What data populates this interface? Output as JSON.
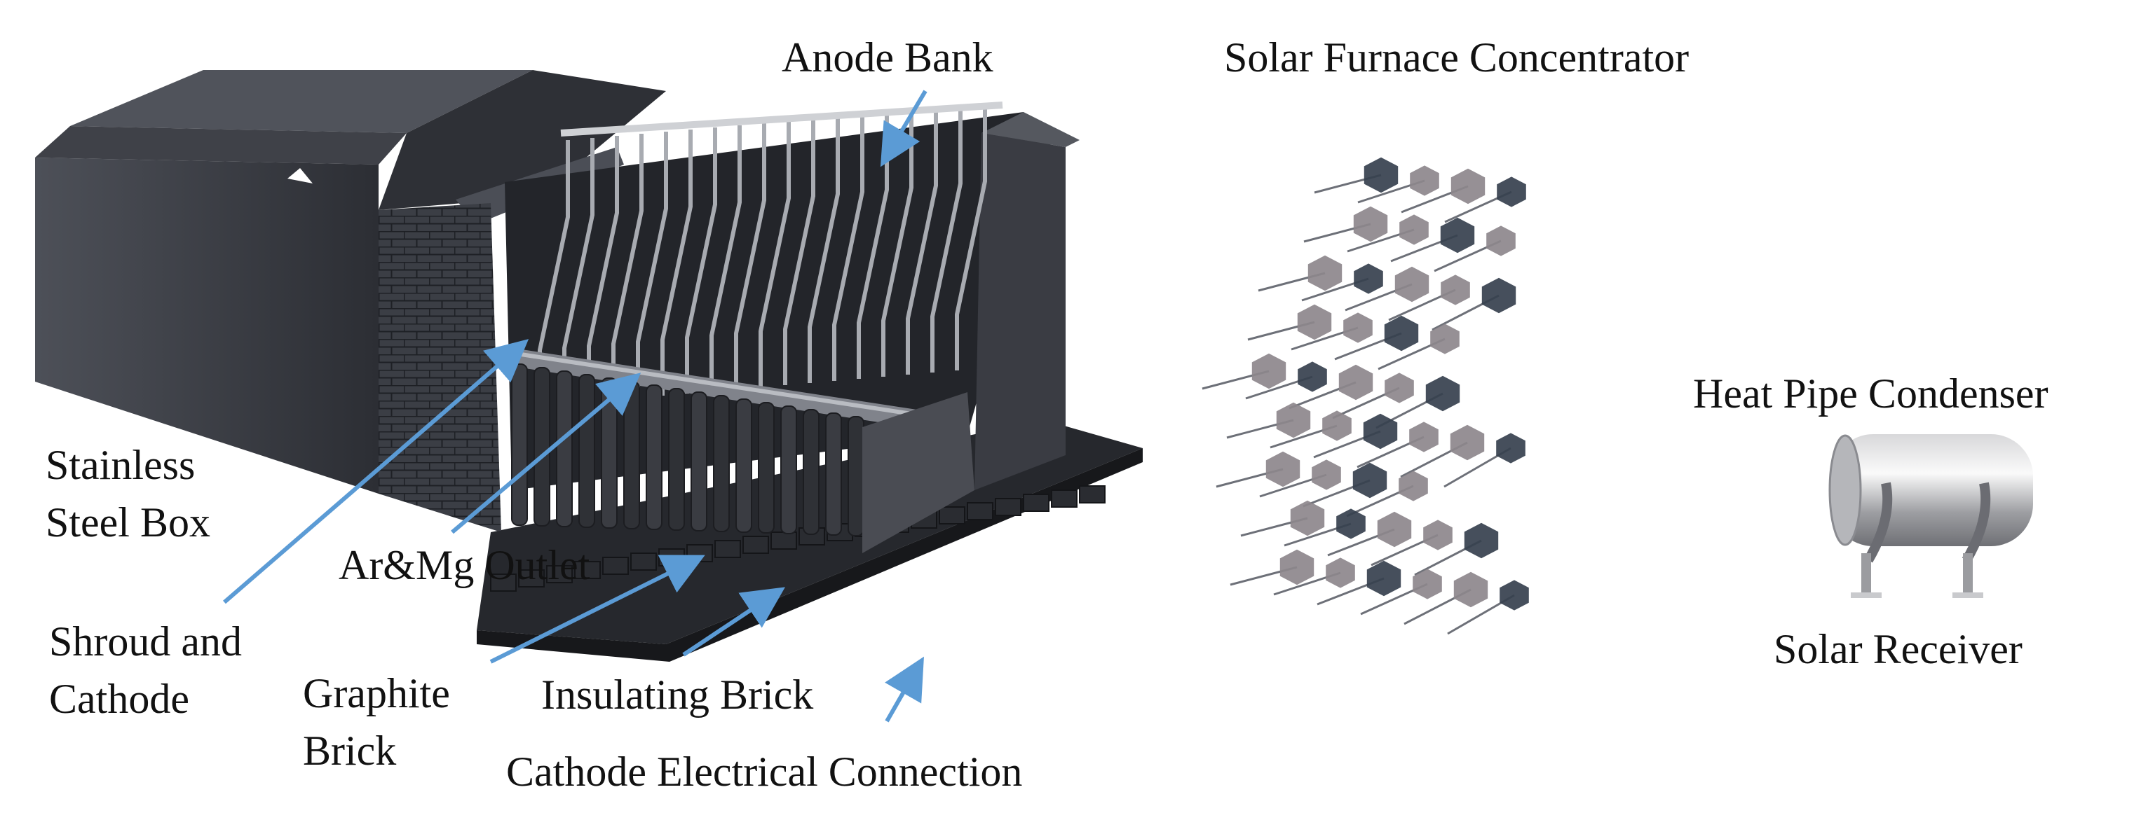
{
  "labels": {
    "anode_bank": "Anode Bank",
    "solar_furnace_concentrator": "Solar Furnace Concentrator",
    "stainless_line1": "Stainless",
    "stainless_line2": "Steel Box",
    "ar_mg_outlet": "Ar&Mg Outlet",
    "shroud_line1": "Shroud and",
    "shroud_line2": "Cathode",
    "graphite_line1": "Graphite",
    "graphite_line2": "Brick",
    "insulating_brick": "Insulating Brick",
    "cathode_electrical_connection": "Cathode Electrical Connection",
    "heat_pipe_condenser": "Heat Pipe Condenser",
    "solar_receiver": "Solar Receiver"
  },
  "colors": {
    "arrow": "#5b9bd5",
    "steel_dark": "#3d3f46",
    "steel_mid": "#5e616a",
    "steel_light": "#8d9098",
    "mirror_dark": "#36404e",
    "mirror_light": "#8d878c"
  }
}
